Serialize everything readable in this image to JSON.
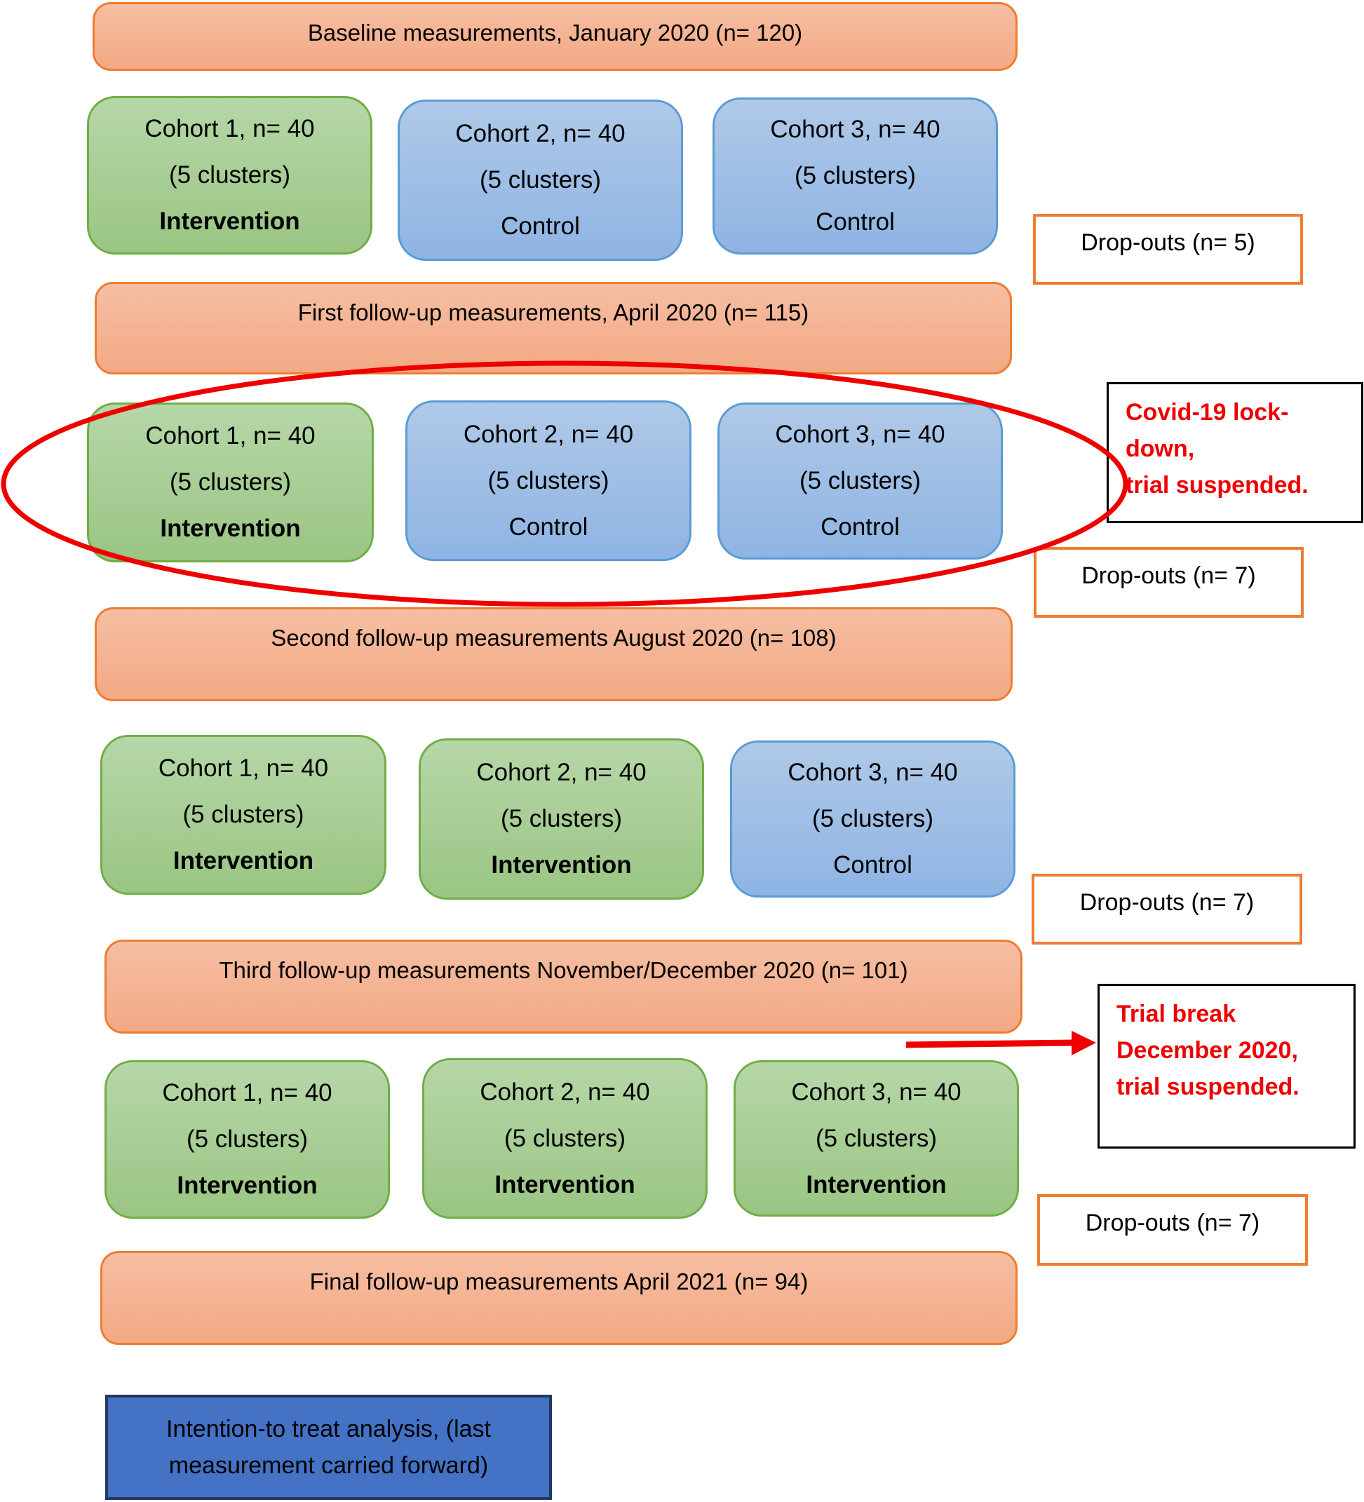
{
  "measurements": {
    "baseline": "Baseline measurements, January 2020 (n= 120)",
    "first": "First follow-up measurements, April 2020 (n= 115)",
    "second": "Second follow-up measurements August 2020 (n= 108)",
    "third": "Third follow-up measurements November/December 2020 (n= 101)",
    "final": "Final follow-up measurements April 2021 (n= 94)"
  },
  "rows": [
    {
      "cohorts": [
        {
          "name": "Cohort 1, n= 40",
          "clusters": "(5 clusters)",
          "arm": "Intervention"
        },
        {
          "name": "Cohort 2, n= 40",
          "clusters": "(5 clusters)",
          "arm": "Control"
        },
        {
          "name": "Cohort 3, n= 40",
          "clusters": "(5 clusters)",
          "arm": "Control"
        }
      ]
    },
    {
      "cohorts": [
        {
          "name": "Cohort 1, n= 40",
          "clusters": "(5 clusters)",
          "arm": "Intervention"
        },
        {
          "name": "Cohort 2, n= 40",
          "clusters": "(5 clusters)",
          "arm": "Control"
        },
        {
          "name": "Cohort 3, n= 40",
          "clusters": "(5 clusters)",
          "arm": "Control"
        }
      ]
    },
    {
      "cohorts": [
        {
          "name": "Cohort 1, n= 40",
          "clusters": "(5 clusters)",
          "arm": "Intervention"
        },
        {
          "name": "Cohort 2, n= 40",
          "clusters": "(5 clusters)",
          "arm": "Intervention"
        },
        {
          "name": "Cohort 3, n= 40",
          "clusters": "(5 clusters)",
          "arm": "Control"
        }
      ]
    },
    {
      "cohorts": [
        {
          "name": "Cohort 1, n= 40",
          "clusters": "(5 clusters)",
          "arm": "Intervention"
        },
        {
          "name": "Cohort 2, n= 40",
          "clusters": "(5 clusters)",
          "arm": "Intervention"
        },
        {
          "name": "Cohort 3, n= 40",
          "clusters": "(5 clusters)",
          "arm": "Intervention"
        }
      ]
    }
  ],
  "dropouts": [
    "Drop-outs (n= 5)",
    "Drop-outs (n= 7)",
    "Drop-outs (n= 7)",
    "Drop-outs (n= 7)"
  ],
  "notes": {
    "covid": [
      "Covid-19 lock-",
      "down,",
      "trial suspended."
    ],
    "trial_break": [
      "Trial break",
      "December 2020,",
      "trial suspended."
    ]
  },
  "itt": [
    "Intention-to treat analysis, (last",
    "measurement carried forward)"
  ],
  "colors": {
    "measurement_fill": "#f4b183",
    "measurement_border": "#ed7d31",
    "intervention_fill": "#a9d18e",
    "intervention_border": "#70ad47",
    "control_fill": "#9dc3e6",
    "control_border": "#5b9bd5",
    "highlight_red": "#ee0000",
    "itt_fill": "#4472c4"
  }
}
